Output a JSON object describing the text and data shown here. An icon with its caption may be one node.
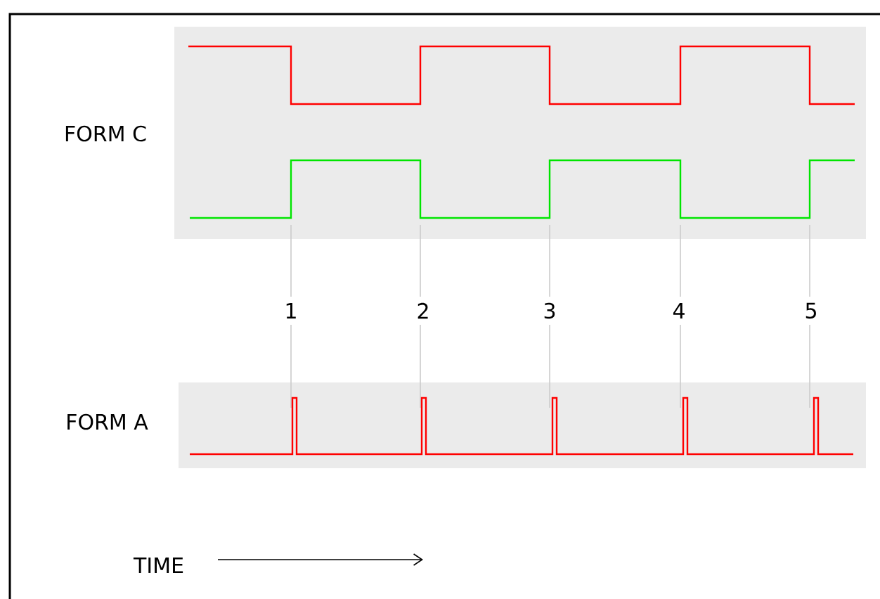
{
  "diagram": {
    "labels": [
      "FORM C",
      "1",
      "2",
      "3",
      "4",
      "5",
      "FORM A",
      "TIME"
    ]
  }
}
